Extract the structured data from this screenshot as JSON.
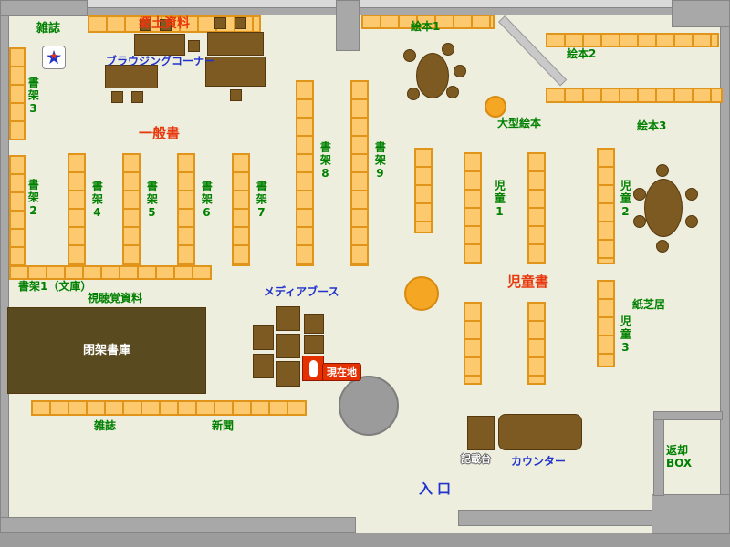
{
  "colors": {
    "floor": "#edeedd",
    "wall": "#a8a8a8",
    "shelf_fill": "#fcc96f",
    "shelf_border": "#e0941a",
    "furniture_brown": "#7d5a22",
    "closed_stacks_brown": "#5a4a1f",
    "label_green": "#008000",
    "label_red": "#e8380d",
    "label_blue": "#2233cc",
    "marker_red": "#e53000"
  },
  "icons": {
    "magazine_star": "star-icon"
  },
  "labels": {
    "magazines_top": "雑誌",
    "local_materials": "郷土資料",
    "browsing_corner": "ブラウジングコーナー",
    "shelf3": "書架3",
    "general_books": "一般書",
    "shelf2": "書架2",
    "shelf4": "書架4",
    "shelf5": "書架5",
    "shelf6": "書架6",
    "shelf7": "書架7",
    "shelf8": "書架8",
    "shelf9": "書架9",
    "shelf1_bunko": "書架1（文庫）",
    "audiovisual": "視聴覚資料",
    "closed_stacks": "閉架書庫",
    "media_booth": "メディアブース",
    "current_location": "現在地",
    "magazines_bottom": "雑誌",
    "newspapers": "新聞",
    "picture_books1": "絵本1",
    "picture_books2": "絵本2",
    "picture_books3": "絵本3",
    "large_picture_books": "大型絵本",
    "children1": "児童1",
    "children2": "児童2",
    "children3": "児童3",
    "children_books": "児童書",
    "kamishibai": "紙芝居",
    "writing_desk": "記載台",
    "counter": "カウンター",
    "return_box": "返却\nBOX",
    "entrance": "入口"
  }
}
